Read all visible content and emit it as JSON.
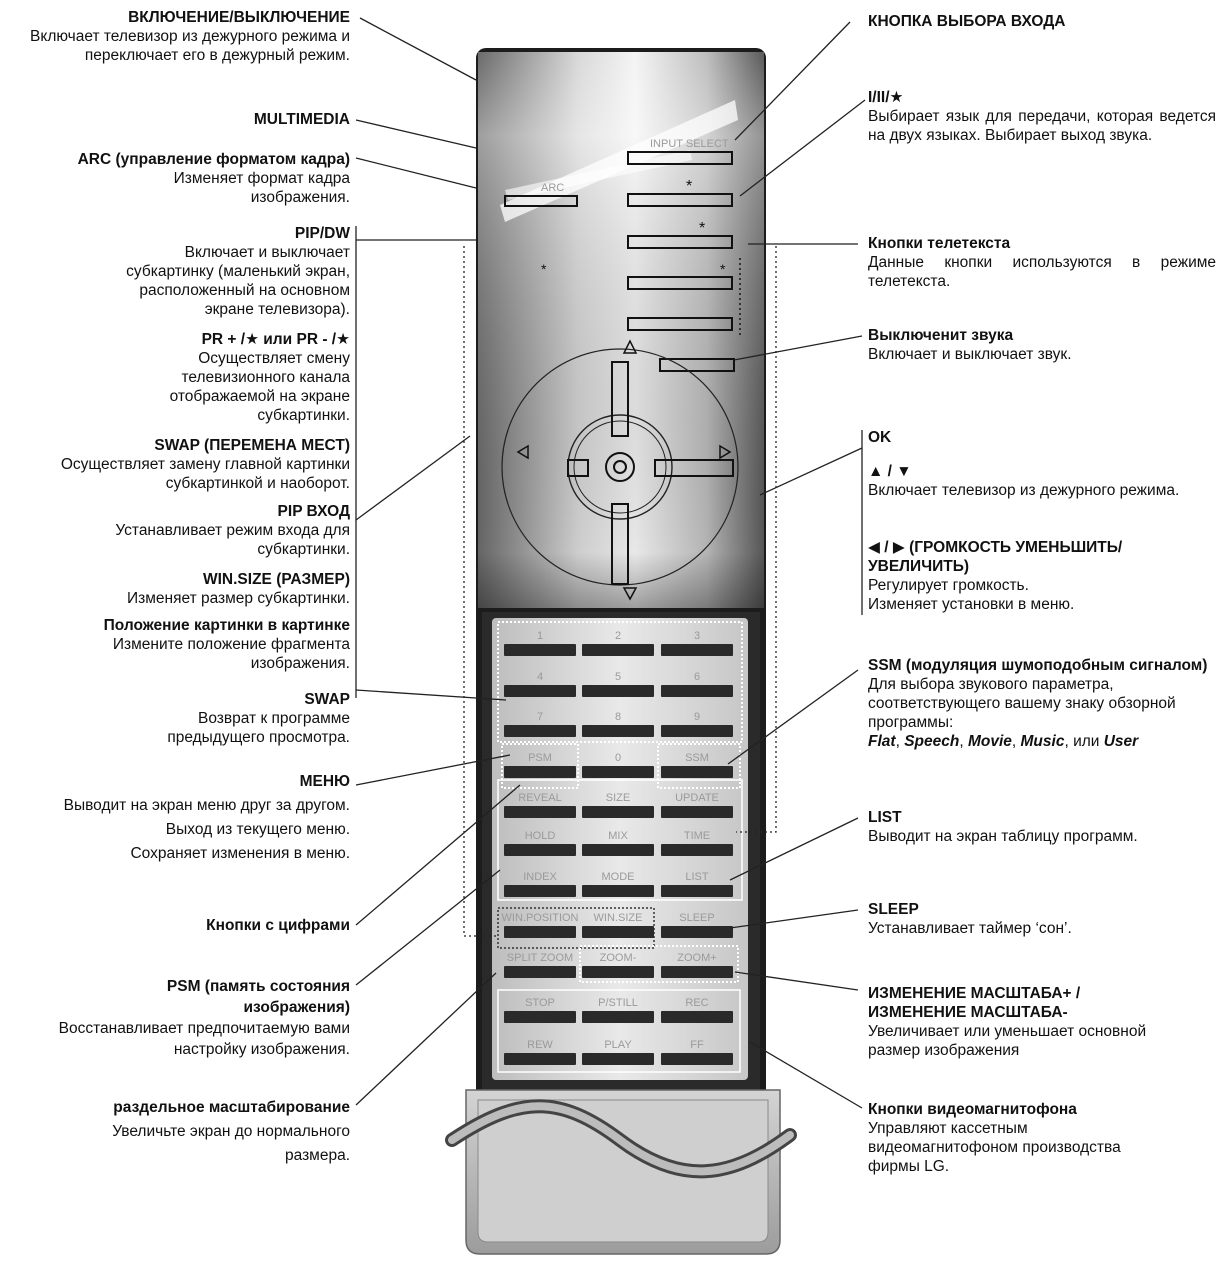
{
  "left_labels": [
    {
      "id": "power",
      "title": "ВКЛЮЧЕНИЕ/ВЫКЛЮЧЕНИЕ",
      "desc": "Включает телевизор из дежурного режима и переключает его в дежурный режим."
    },
    {
      "id": "multimedia",
      "title": "MULTIMEDIA",
      "desc": ""
    },
    {
      "id": "arc",
      "title": "ARC (управление форматом кадра)",
      "desc": "Изменяет формат кадра изображения."
    },
    {
      "id": "pipdw",
      "title": "PIP/DW",
      "desc": "Включает и выключает субкартинку (маленький экран, расположенный на основном экране телевизора)."
    },
    {
      "id": "pr",
      "title": "PR + /★ или PR - /★",
      "desc": "Осуществляет смену телевизионного канала отображаемой на экране субкартинки."
    },
    {
      "id": "swapmest",
      "title": "SWAP (ПЕРЕМЕНА МЕСТ)",
      "desc": "Осуществляет замену главной картинки субкартинкой и наоборот."
    },
    {
      "id": "pipvhod",
      "title": "PIP ВХОД",
      "desc": "Устанавливает режим входа для субкартинки."
    },
    {
      "id": "winsize",
      "title": "WIN.SIZE (РАЗМЕР)",
      "desc": "Изменяет размер субкартинки."
    },
    {
      "id": "polozhenie",
      "title": "Положение картинки в картинке",
      "desc": "Измените положение фрагмента изображения."
    },
    {
      "id": "swap",
      "title": "SWAP",
      "desc": "Возврат к программе предыдущего просмотра."
    },
    {
      "id": "menu",
      "title": "МЕНЮ",
      "desc1": "Выводит на экран меню друг за другом.",
      "desc2": "Выход из текущего меню.",
      "desc3": "Сохраняет изменения в меню."
    },
    {
      "id": "digits",
      "title": "Кнопки с цифрами",
      "desc": ""
    },
    {
      "id": "psm",
      "title": "PSM (память состояния изображения)",
      "desc": "Восстанавливает предпочитаемую вами настройку изображения."
    },
    {
      "id": "splitzoom",
      "title": "раздельное масштабирование",
      "desc1": "Увеличьте экран до нормального",
      "desc2": "размера."
    }
  ],
  "right_labels": [
    {
      "id": "input",
      "title": "КНОПКА ВЫБОРА ВХОДА",
      "desc": ""
    },
    {
      "id": "lang",
      "title": "I/II/★",
      "desc": "Выбирает язык для передачи, которая ведется на двух языках. Выбирает выход звука."
    },
    {
      "id": "teletext",
      "title": "Кнопки телетекста",
      "desc": "Данные кнопки используются в режиме телетекста."
    },
    {
      "id": "mute",
      "title": "Выключенит звука",
      "desc": "Включает и выключает звук."
    },
    {
      "id": "ok",
      "title": "OK",
      "desc": ""
    },
    {
      "id": "updown",
      "title": "▲ / ▼",
      "desc": "Включает телевизор из дежурного режима."
    },
    {
      "id": "volume",
      "title": "◀ / ▶ (ГРОМКОСТЬ УМЕНЬШИТЬ/УВЕЛИЧИТЬ)",
      "desc1": "Регулирует громкость.",
      "desc2": "Изменяет установки в меню."
    },
    {
      "id": "ssm",
      "title": "SSM (модуляция шумоподобным сигналом)",
      "desc": "Для выбора звукового параметра, соответствующего вашему знаку обзорной программы:",
      "opt1": "Flat",
      "sep1": ", ",
      "opt2": "Speech",
      "sep2": ", ",
      "opt3": "Movie",
      "sep3": ", ",
      "opt4": "Music",
      "sep4": ", или ",
      "opt5": "User"
    },
    {
      "id": "list",
      "title": "LIST",
      "desc": "Выводит на экран таблицу программ."
    },
    {
      "id": "sleep",
      "title": "SLEEP",
      "desc": "Устанавливает таймер ‘сон’."
    },
    {
      "id": "zoom",
      "title": "ИЗМЕНЕНИЕ МАСШТАБА+ / ИЗМЕНЕНИЕ МАСШТАБА-",
      "desc": "Увеличивает или уменьшает основной размер изображения"
    },
    {
      "id": "vcr",
      "title": "Кнопки видеомагнитофона",
      "desc": "Управляют кассетным видеомагнитофоном производства фирмы LG."
    }
  ],
  "remote": {
    "top_labels": {
      "input_select": "INPUT SELECT",
      "arc": "ARC",
      "star": "*"
    },
    "digits": [
      "1",
      "2",
      "3",
      "4",
      "5",
      "6",
      "7",
      "8",
      "9"
    ],
    "psm": "PSM",
    "zero": "0",
    "ssm": "SSM",
    "teletext_row1": [
      "REVEAL",
      "SIZE",
      "UPDATE"
    ],
    "teletext_row2": [
      "HOLD",
      "MIX",
      "TIME"
    ],
    "teletext_row3": [
      "INDEX",
      "MODE",
      "LIST"
    ],
    "pip_row": [
      "WIN.POSITION",
      "WIN.SIZE",
      "SLEEP"
    ],
    "zoom_row": [
      "SPLIT ZOOM",
      "ZOOM-",
      "ZOOM+"
    ],
    "vcr_row1": [
      "STOP",
      "P/STILL",
      "REC"
    ],
    "vcr_row2": [
      "REW",
      "PLAY",
      "FF"
    ]
  },
  "colors": {
    "text": "#111111",
    "remote_dark": "#1a1a1a",
    "button_dark": "#2a2a2a",
    "body_light": "#d9d9d9"
  }
}
